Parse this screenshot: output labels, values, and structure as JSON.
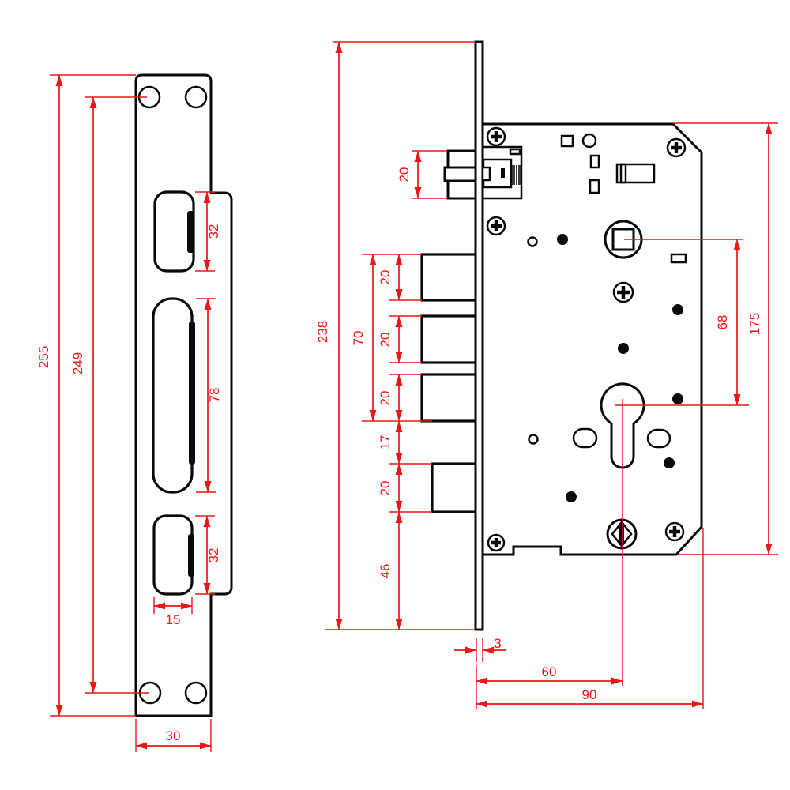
{
  "colors": {
    "dimension_red": "#ee1515",
    "line_black": "#0a0a0a",
    "background": "#ffffff"
  },
  "left_view": {
    "dims": {
      "overall_height": "255",
      "screw_hole_spacing": "249",
      "top_slot_height": "32",
      "center_slot_height": "78",
      "bottom_slot_height": "32",
      "slot_width": "15",
      "plate_width": "30"
    }
  },
  "right_view": {
    "dims": {
      "latch_height": "20",
      "faceplate_length": "238",
      "bolt_group_span": "70",
      "top_bolt_height": "20",
      "middle_bolt_height": "20",
      "lower_bolt_height": "20",
      "bolt_to_deadbolt_gap": "17",
      "deadbolt_height": "20",
      "deadbolt_to_end": "46",
      "faceplate_thickness": "3",
      "backset": "60",
      "body_depth": "90",
      "spindle_to_cylinder": "68",
      "body_height": "175"
    }
  }
}
